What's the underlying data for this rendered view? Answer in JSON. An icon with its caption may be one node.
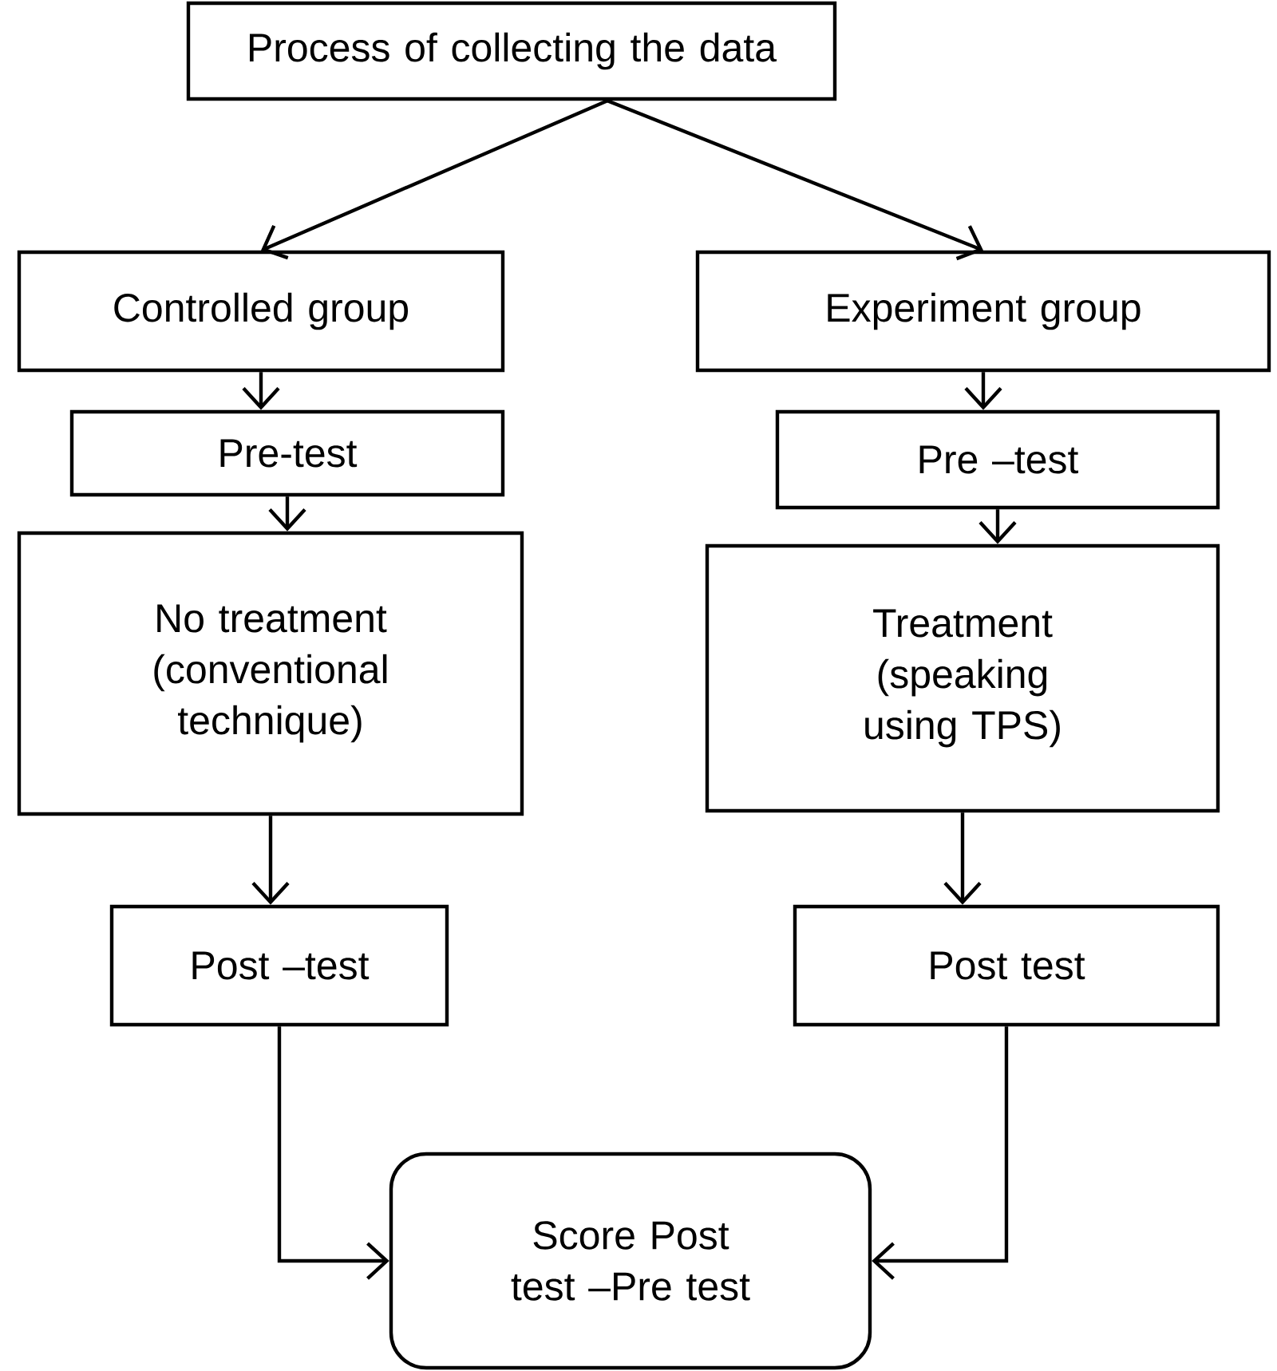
{
  "diagram": {
    "nodes": [
      {
        "text": [
          "Process of collecting the data"
        ]
      },
      {
        "text": [
          "Controlled group"
        ]
      },
      {
        "text": [
          "Experiment group"
        ]
      },
      {
        "text": [
          "Pre-test"
        ]
      },
      {
        "text": [
          "Pre –test"
        ]
      },
      {
        "text": [
          "No treatment (conventional technique)"
        ]
      },
      {
        "text": [
          "Treatment (speaking using TPS)"
        ]
      },
      {
        "text": [
          "Post –test"
        ]
      },
      {
        "text": [
          "Post test"
        ]
      },
      {
        "text": [
          "Score Post test –Pre test"
        ]
      }
    ],
    "edges": [
      {
        "from": 0,
        "to": 1,
        "arrow": "to"
      },
      {
        "from": 0,
        "to": 2,
        "arrow": "to"
      },
      {
        "from": 1,
        "to": 3,
        "arrow": "to"
      },
      {
        "from": 3,
        "to": 5,
        "arrow": "to"
      },
      {
        "from": 2,
        "to": 4,
        "arrow": "to"
      },
      {
        "from": 4,
        "to": 6,
        "arrow": "to"
      },
      {
        "from": 5,
        "to": 7,
        "arrow": "to"
      },
      {
        "from": 6,
        "to": 8,
        "arrow": "to"
      },
      {
        "from": 7,
        "to": 9,
        "arrow": "to"
      },
      {
        "from": 8,
        "to": 9,
        "arrow": "to"
      }
    ]
  }
}
